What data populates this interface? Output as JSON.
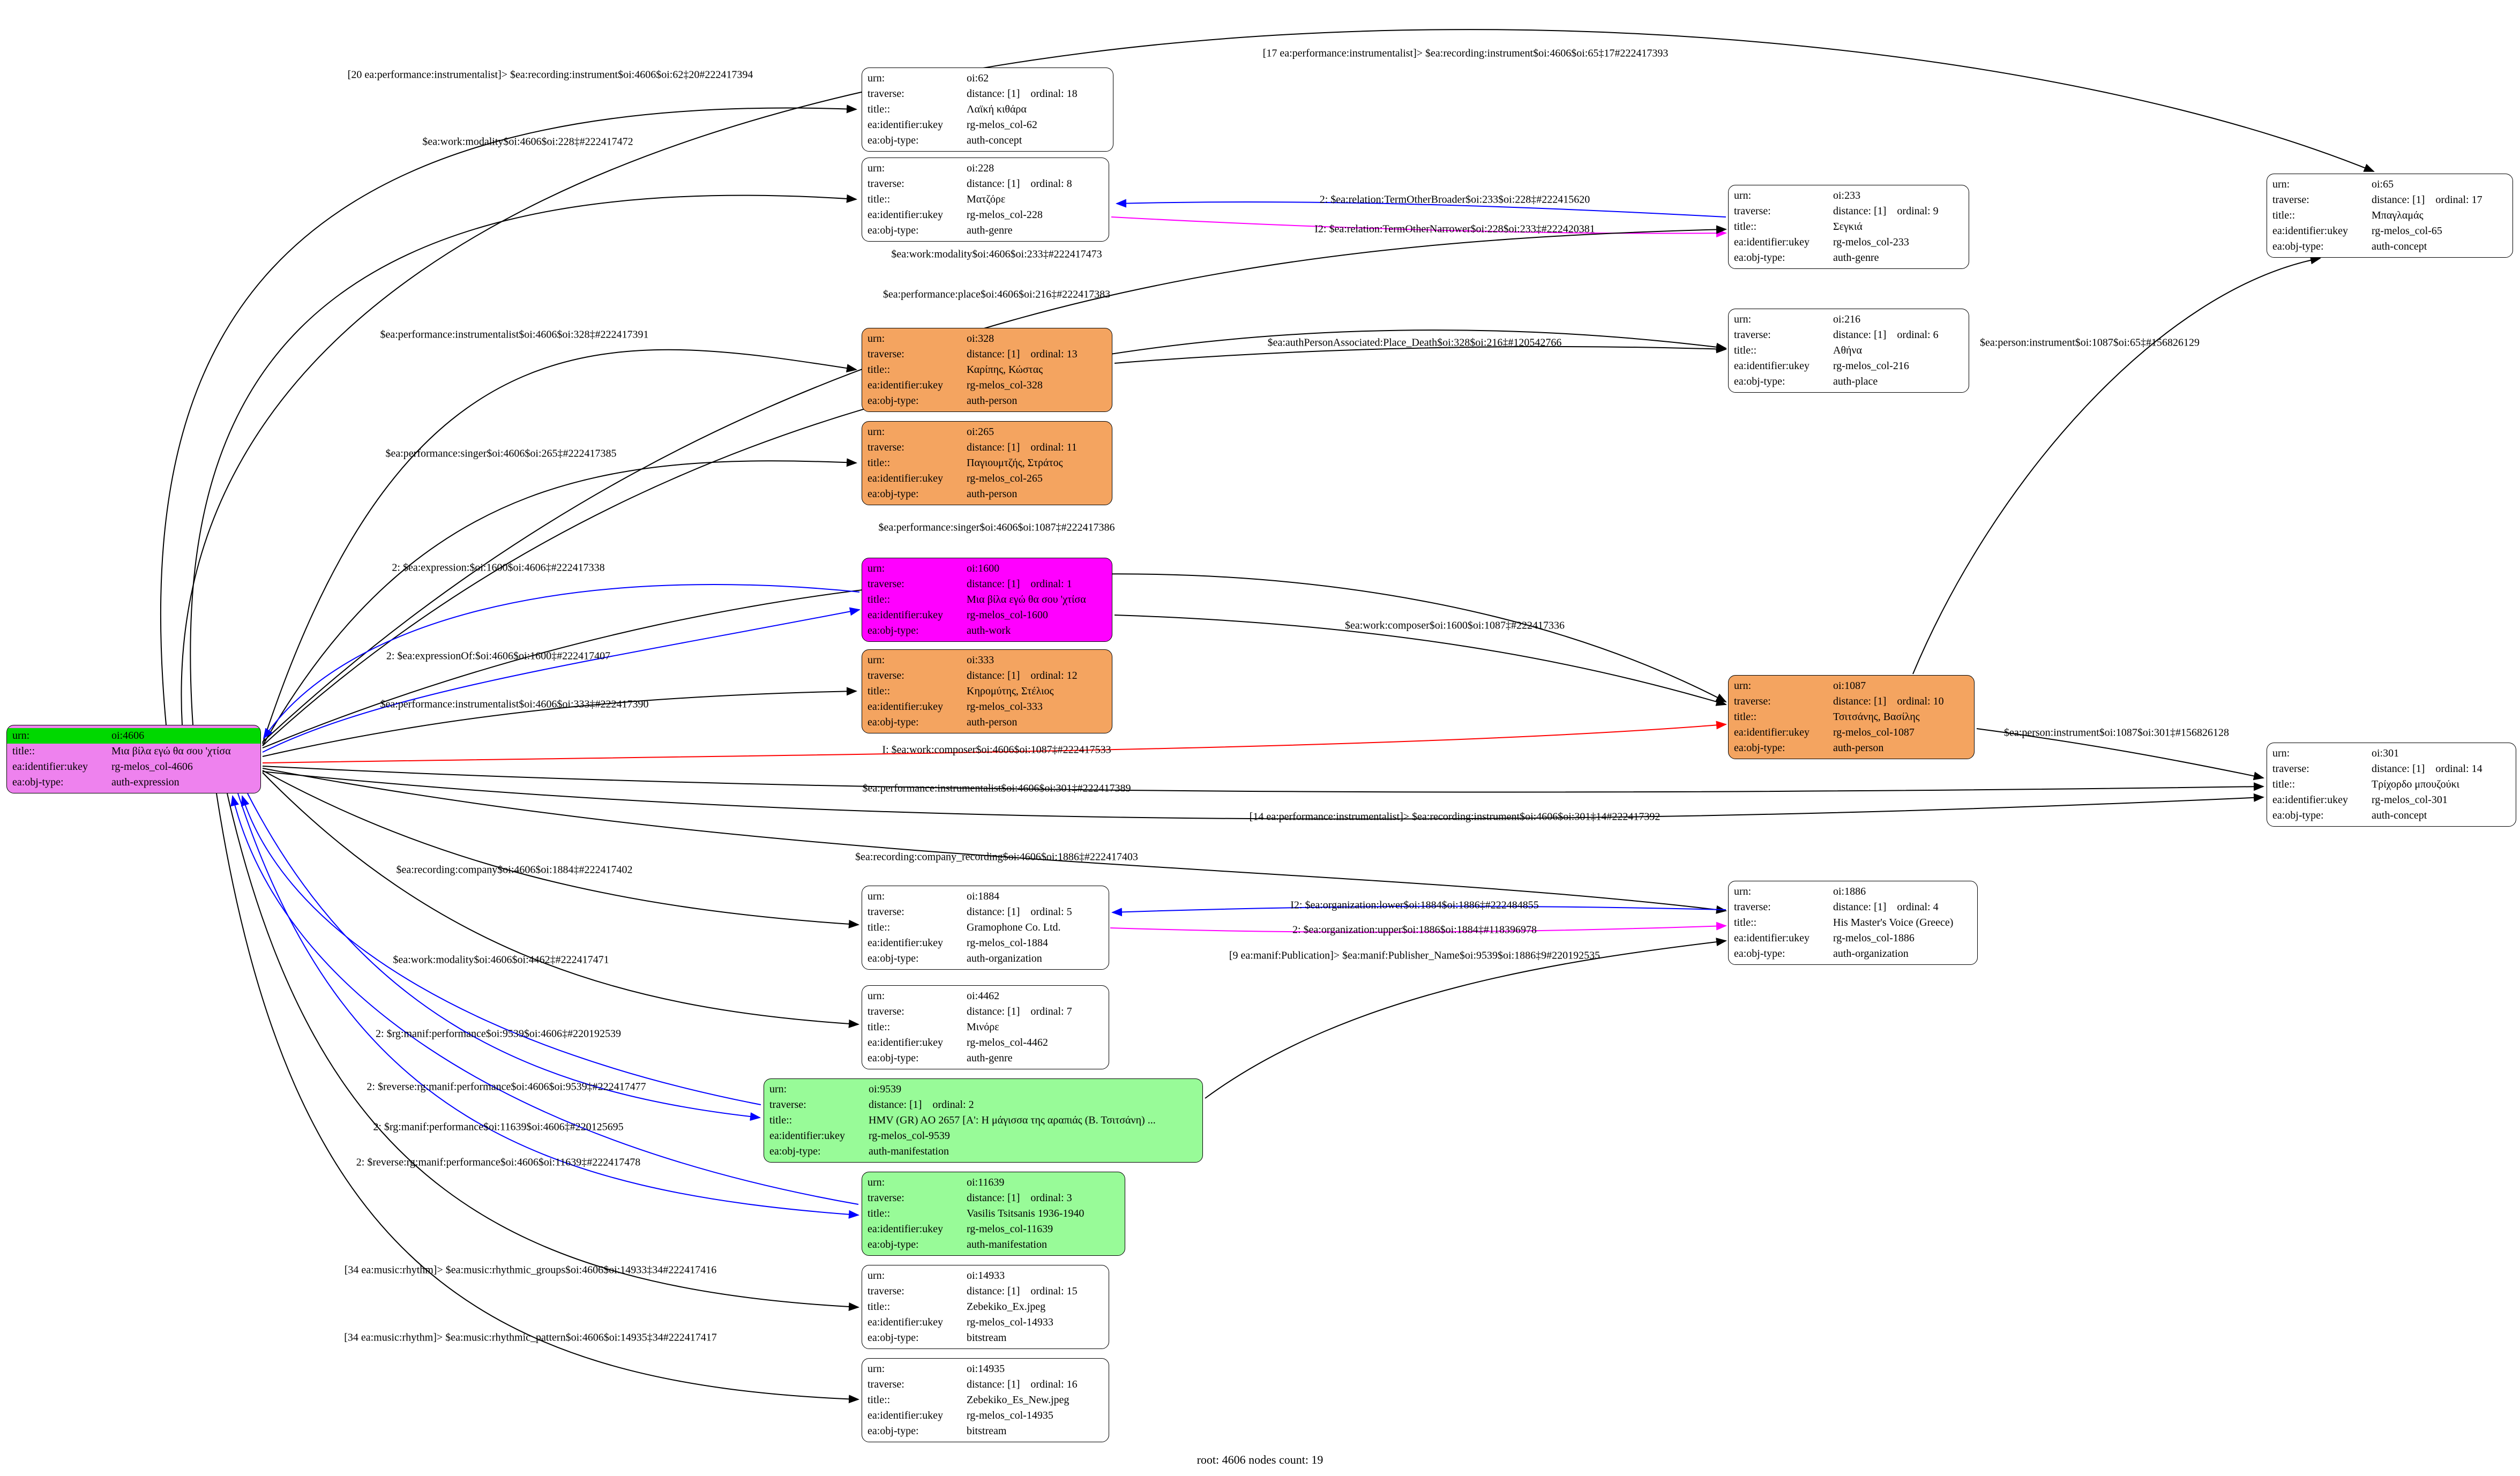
{
  "footer": "root: 4606 nodes count: 19",
  "field_labels": {
    "urn": "urn:",
    "traverse": "traverse:",
    "title": "title::",
    "ukey": "ea:identifier:ukey",
    "objtype": "ea:obj-type:"
  },
  "colors": {
    "expression_node": "#ee82ee",
    "urn_highlight": "#00d800",
    "work_node": "#ff00ff",
    "person_node": "#f4a460",
    "manifestation_node": "#98fb98",
    "default_node": "#ffffff",
    "edge_default": "#000000",
    "edge_relation": "#0000ff",
    "edge_inverse": "#ff00ff",
    "edge_composer": "#ff0000"
  },
  "nodes": [
    {
      "id": "oi:4606",
      "urn": "oi:4606",
      "traverse": "",
      "title": "Μια βίλα εγώ θα σου 'χτίσα",
      "ukey": "rg-melos_col-4606",
      "objtype": "auth-expression"
    },
    {
      "id": "oi:62",
      "urn": "oi:62",
      "traverse": "distance: [1]    ordinal: 18",
      "title": "Λαϊκή κιθάρα",
      "ukey": "rg-melos_col-62",
      "objtype": "auth-concept"
    },
    {
      "id": "oi:228",
      "urn": "oi:228",
      "traverse": "distance: [1]    ordinal: 8",
      "title": "Ματζόρε",
      "ukey": "rg-melos_col-228",
      "objtype": "auth-genre"
    },
    {
      "id": "oi:233",
      "urn": "oi:233",
      "traverse": "distance: [1]    ordinal: 9",
      "title": "Σεγκιά",
      "ukey": "rg-melos_col-233",
      "objtype": "auth-genre"
    },
    {
      "id": "oi:65",
      "urn": "oi:65",
      "traverse": "distance: [1]    ordinal: 17",
      "title": "Μπαγλαμάς",
      "ukey": "rg-melos_col-65",
      "objtype": "auth-concept"
    },
    {
      "id": "oi:216",
      "urn": "oi:216",
      "traverse": "distance: [1]    ordinal: 6",
      "title": "Αθήνα",
      "ukey": "rg-melos_col-216",
      "objtype": "auth-place"
    },
    {
      "id": "oi:328",
      "urn": "oi:328",
      "traverse": "distance: [1]    ordinal: 13",
      "title": "Καρίπης, Κώστας",
      "ukey": "rg-melos_col-328",
      "objtype": "auth-person"
    },
    {
      "id": "oi:265",
      "urn": "oi:265",
      "traverse": "distance: [1]    ordinal: 11",
      "title": "Παγιουμτζής, Στράτος",
      "ukey": "rg-melos_col-265",
      "objtype": "auth-person"
    },
    {
      "id": "oi:1600",
      "urn": "oi:1600",
      "traverse": "distance: [1]    ordinal: 1",
      "title": "Μια βίλα εγώ θα σου 'χτίσα",
      "ukey": "rg-melos_col-1600",
      "objtype": "auth-work"
    },
    {
      "id": "oi:333",
      "urn": "oi:333",
      "traverse": "distance: [1]    ordinal: 12",
      "title": "Κηρομύτης, Στέλιος",
      "ukey": "rg-melos_col-333",
      "objtype": "auth-person"
    },
    {
      "id": "oi:1087",
      "urn": "oi:1087",
      "traverse": "distance: [1]    ordinal: 10",
      "title": "Τσιτσάνης, Βασίλης",
      "ukey": "rg-melos_col-1087",
      "objtype": "auth-person"
    },
    {
      "id": "oi:301",
      "urn": "oi:301",
      "traverse": "distance: [1]    ordinal: 14",
      "title": "Τρίχορδο μπουζούκι",
      "ukey": "rg-melos_col-301",
      "objtype": "auth-concept"
    },
    {
      "id": "oi:1884",
      "urn": "oi:1884",
      "traverse": "distance: [1]    ordinal: 5",
      "title": "Gramophone Co. Ltd.",
      "ukey": "rg-melos_col-1884",
      "objtype": "auth-organization"
    },
    {
      "id": "oi:1886",
      "urn": "oi:1886",
      "traverse": "distance: [1]    ordinal: 4",
      "title": "His Master's Voice (Greece)",
      "ukey": "rg-melos_col-1886",
      "objtype": "auth-organization"
    },
    {
      "id": "oi:4462",
      "urn": "oi:4462",
      "traverse": "distance: [1]    ordinal: 7",
      "title": "Μινόρε",
      "ukey": "rg-melos_col-4462",
      "objtype": "auth-genre"
    },
    {
      "id": "oi:9539",
      "urn": "oi:9539",
      "traverse": "distance: [1]    ordinal: 2",
      "title": "HMV (GR) AO 2657 [Α': Η μάγισσα της αραπιάς (Β. Τσιτσάνη) ...",
      "ukey": "rg-melos_col-9539",
      "objtype": "auth-manifestation"
    },
    {
      "id": "oi:11639",
      "urn": "oi:11639",
      "traverse": "distance: [1]    ordinal: 3",
      "title": "Vasilis Tsitsanis 1936-1940",
      "ukey": "rg-melos_col-11639",
      "objtype": "auth-manifestation"
    },
    {
      "id": "oi:14933",
      "urn": "oi:14933",
      "traverse": "distance: [1]    ordinal: 15",
      "title": "Zebekiko_Ex.jpeg",
      "ukey": "rg-melos_col-14933",
      "objtype": "bitstream"
    },
    {
      "id": "oi:14935",
      "urn": "oi:14935",
      "traverse": "distance: [1]    ordinal: 16",
      "title": "Zebekiko_Es_New.jpeg",
      "ukey": "rg-melos_col-14935",
      "objtype": "bitstream"
    }
  ],
  "edges": [
    {
      "label": "[20 ea:performance:instrumentalist]> $ea:recording:instrument$oi:4606$oi:62‡20#222417394",
      "color": "#000000"
    },
    {
      "label": "[17 ea:performance:instrumentalist]> $ea:recording:instrument$oi:4606$oi:65‡17#222417393",
      "color": "#000000"
    },
    {
      "label": "$ea:work:modality$oi:4606$oi:228‡#222417472",
      "color": "#000000"
    },
    {
      "label": "2: $ea:relation:TermOtherBroader$oi:233$oi:228‡#222415620",
      "color": "#0000ff"
    },
    {
      "label": "I2: $ea:relation:TermOtherNarrower$oi:228$oi:233‡#222420381",
      "color": "#ff00ff"
    },
    {
      "label": "$ea:work:modality$oi:4606$oi:233‡#222417473",
      "color": "#000000"
    },
    {
      "label": "$ea:performance:place$oi:4606$oi:216‡#222417383",
      "color": "#000000"
    },
    {
      "label": "$ea:performance:instrumentalist$oi:4606$oi:328‡#222417391",
      "color": "#000000"
    },
    {
      "label": "$ea:authPersonAssociated:Place_Death$oi:328$oi:216‡#120542766",
      "color": "#000000"
    },
    {
      "label": "$ea:performance:singer$oi:4606$oi:265‡#222417385",
      "color": "#000000"
    },
    {
      "label": "$ea:performance:singer$oi:4606$oi:1087‡#222417386",
      "color": "#000000"
    },
    {
      "label": "2: $ea:expression:$oi:1600$oi:4606‡#222417338",
      "color": "#0000ff"
    },
    {
      "label": "2: $ea:expressionOf:$oi:4606$oi:1600‡#222417407",
      "color": "#0000ff"
    },
    {
      "label": "$ea:work:composer$oi:1600$oi:1087‡#222417336",
      "color": "#000000"
    },
    {
      "label": "$ea:performance:instrumentalist$oi:4606$oi:333‡#222417390",
      "color": "#000000"
    },
    {
      "label": "I: $ea:work:composer$oi:4606$oi:1087‡#222417533",
      "color": "#ff0000"
    },
    {
      "label": "$ea:person:instrument$oi:1087$oi:65‡#156826129",
      "color": "#000000"
    },
    {
      "label": "$ea:person:instrument$oi:1087$oi:301‡#156826128",
      "color": "#000000"
    },
    {
      "label": "$ea:performance:instrumentalist$oi:4606$oi:301‡#222417389",
      "color": "#000000"
    },
    {
      "label": "[14 ea:performance:instrumentalist]> $ea:recording:instrument$oi:4606$oi:301‡14#222417392",
      "color": "#000000"
    },
    {
      "label": "$ea:recording:company$oi:4606$oi:1884‡#222417402",
      "color": "#000000"
    },
    {
      "label": "$ea:recording:company_recording$oi:4606$oi:1886‡#222417403",
      "color": "#000000"
    },
    {
      "label": "I2: $ea:organization:lower$oi:1884$oi:1886‡#222484855",
      "color": "#0000ff"
    },
    {
      "label": "2: $ea:organization:upper$oi:1886$oi:1884‡#118396978",
      "color": "#ff00ff"
    },
    {
      "label": "[9 ea:manif:Publication]> $ea:manif:Publisher_Name$oi:9539$oi:1886‡9#220192535",
      "color": "#000000"
    },
    {
      "label": "$ea:work:modality$oi:4606$oi:4462‡#222417471",
      "color": "#000000"
    },
    {
      "label": "2: $rg:manif:performance$oi:9539$oi:4606‡#220192539",
      "color": "#0000ff"
    },
    {
      "label": "2: $reverse:rg:manif:performance$oi:4606$oi:9539‡#222417477",
      "color": "#0000ff"
    },
    {
      "label": "2: $rg:manif:performance$oi:11639$oi:4606‡#220125695",
      "color": "#0000ff"
    },
    {
      "label": "2: $reverse:rg:manif:performance$oi:4606$oi:11639‡#222417478",
      "color": "#0000ff"
    },
    {
      "label": "[34 ea:music:rhythm]> $ea:music:rhythmic_groups$oi:4606$oi:14933‡34#222417416",
      "color": "#000000"
    },
    {
      "label": "[34 ea:music:rhythm]> $ea:music:rhythmic_pattern$oi:4606$oi:14935‡34#222417417",
      "color": "#000000"
    }
  ]
}
